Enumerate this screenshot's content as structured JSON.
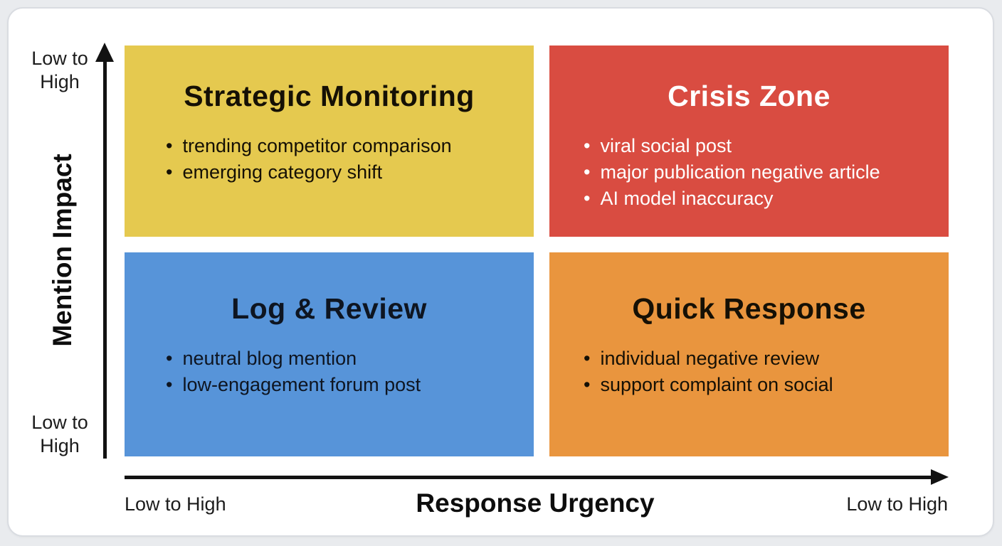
{
  "page": {
    "background_color": "#e9ebee",
    "card_color": "#ffffff"
  },
  "chart_data": {
    "type": "quadrant_matrix",
    "x_axis": {
      "label": "Response Urgency",
      "min_label": "Low to High",
      "max_label": "Low to High"
    },
    "y_axis": {
      "label": "Mention Impact",
      "min_label": "Low to High",
      "max_label": "Low to High"
    },
    "quadrants": [
      {
        "position": "top-left",
        "title": "Strategic Monitoring",
        "color": "#e5c94f",
        "text_color": "#151005",
        "items": [
          "trending competitor comparison",
          "emerging category shift"
        ]
      },
      {
        "position": "top-right",
        "title": "Crisis Zone",
        "color": "#d94c41",
        "text_color": "#ffffff",
        "items": [
          "viral social post",
          "major publication negative article",
          "AI model inaccuracy"
        ]
      },
      {
        "position": "bottom-left",
        "title": "Log & Review",
        "color": "#5794d9",
        "text_color": "#0e1521",
        "items": [
          "neutral blog mention",
          "low-engagement forum post"
        ]
      },
      {
        "position": "bottom-right",
        "title": "Quick Response",
        "color": "#e9953e",
        "text_color": "#151005",
        "items": [
          "individual negative review",
          "support complaint on social"
        ]
      }
    ]
  }
}
